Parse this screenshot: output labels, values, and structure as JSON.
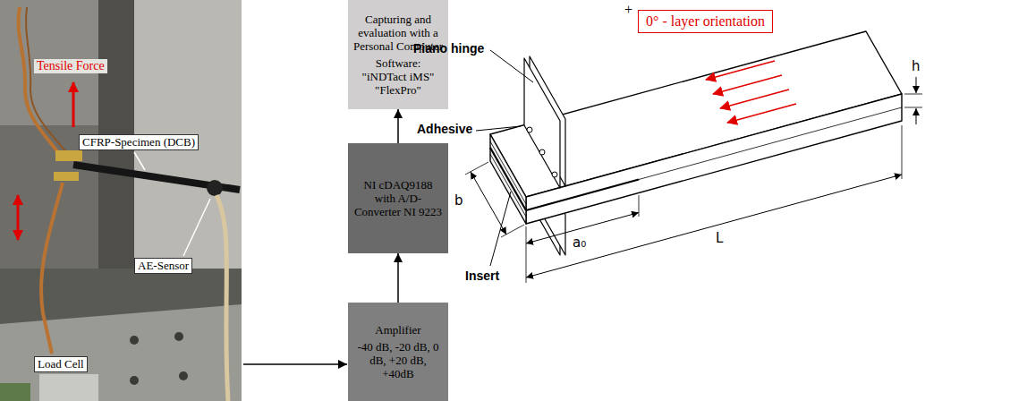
{
  "diagram": {
    "nodes": [
      {
        "text": [
          "Capturing and evaluation with a Personal Computer",
          "Software: \"iNDTact iMS\" \"FlexPro\""
        ]
      },
      {
        "text": [
          "NI cDAQ9188 with A/D-Converter NI 9223"
        ]
      },
      {
        "text": [
          "Amplifier",
          "-40 dB, -20 dB, 0 dB, +20 dB, +40dB"
        ]
      },
      {
        "text": [
          "0° - layer orientation"
        ]
      }
    ],
    "edges": [
      {
        "from": 2,
        "to": 1,
        "arrow": "to"
      },
      {
        "from": 1,
        "to": 0,
        "arrow": "to"
      }
    ],
    "labels": [
      "Tensile Force",
      "CFRP-Specimen (DCB)",
      "AE-Sensor",
      "Load Cell",
      "+",
      "Piano hinge",
      "Adhesive",
      "Insert",
      "b",
      "a₀",
      "L",
      "h"
    ]
  }
}
